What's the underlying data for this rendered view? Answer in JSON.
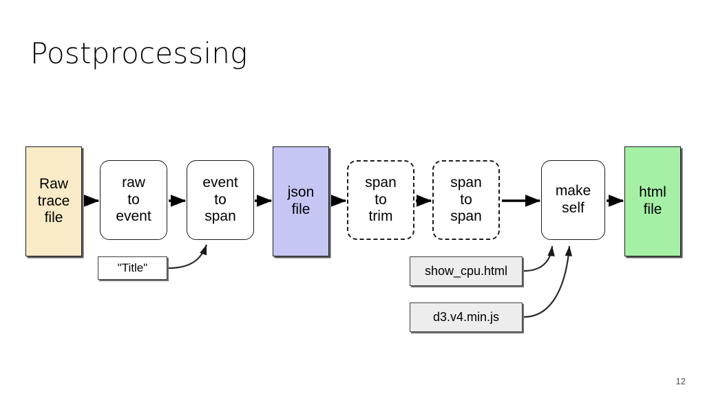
{
  "slide": {
    "title": "Postprocessing",
    "page_number": "12",
    "background_color": "#ffffff"
  },
  "diagram": {
    "type": "flowchart",
    "direction": "left-to-right",
    "nodes": [
      {
        "id": "raw-trace-file",
        "label": "Raw\ntrace\nfile",
        "shape": "rectangle",
        "fill": "#faebc8",
        "border": "solid"
      },
      {
        "id": "raw-to-event",
        "label": "raw\nto\nevent",
        "shape": "rounded-rectangle",
        "fill": "#ffffff",
        "border": "solid"
      },
      {
        "id": "event-to-span",
        "label": "event\nto\nspan",
        "shape": "rounded-rectangle",
        "fill": "#ffffff",
        "border": "solid"
      },
      {
        "id": "json-file",
        "label": "json\nfile",
        "shape": "rectangle",
        "fill": "#c6c6f5",
        "border": "solid"
      },
      {
        "id": "span-to-trim",
        "label": "span\nto\ntrim",
        "shape": "rounded-rectangle",
        "fill": "#ffffff",
        "border": "dashed"
      },
      {
        "id": "span-to-span",
        "label": "span\nto\nspan",
        "shape": "rounded-rectangle",
        "fill": "#ffffff",
        "border": "dashed"
      },
      {
        "id": "make-self",
        "label": "make\nself",
        "shape": "rounded-rectangle",
        "fill": "#ffffff",
        "border": "solid"
      },
      {
        "id": "html-file",
        "label": "html\nfile",
        "shape": "rectangle",
        "fill": "#a6f0a6",
        "border": "solid"
      },
      {
        "id": "title-input",
        "label": "\"Title\"",
        "shape": "rectangle",
        "fill": "#ffffff",
        "border": "solid"
      },
      {
        "id": "show-cpu-html",
        "label": "show_cpu.html",
        "shape": "rectangle",
        "fill": "#ededed",
        "border": "solid"
      },
      {
        "id": "d3-min-js",
        "label": "d3.v4.min.js",
        "shape": "rectangle",
        "fill": "#ededed",
        "border": "solid"
      }
    ],
    "edges": [
      {
        "from": "raw-trace-file",
        "to": "raw-to-event",
        "style": "straight-arrow"
      },
      {
        "from": "raw-to-event",
        "to": "event-to-span",
        "style": "straight-arrow"
      },
      {
        "from": "event-to-span",
        "to": "json-file",
        "style": "straight-arrow"
      },
      {
        "from": "json-file",
        "to": "span-to-trim",
        "style": "straight-arrow"
      },
      {
        "from": "span-to-trim",
        "to": "span-to-span",
        "style": "straight-arrow"
      },
      {
        "from": "span-to-span",
        "to": "make-self",
        "style": "straight-arrow"
      },
      {
        "from": "make-self",
        "to": "html-file",
        "style": "straight-arrow"
      },
      {
        "from": "title-input",
        "to": "event-to-span",
        "style": "curved-arrow"
      },
      {
        "from": "show-cpu-html",
        "to": "make-self",
        "style": "curved-arrow"
      },
      {
        "from": "d3-min-js",
        "to": "make-self",
        "style": "curved-arrow"
      }
    ]
  }
}
